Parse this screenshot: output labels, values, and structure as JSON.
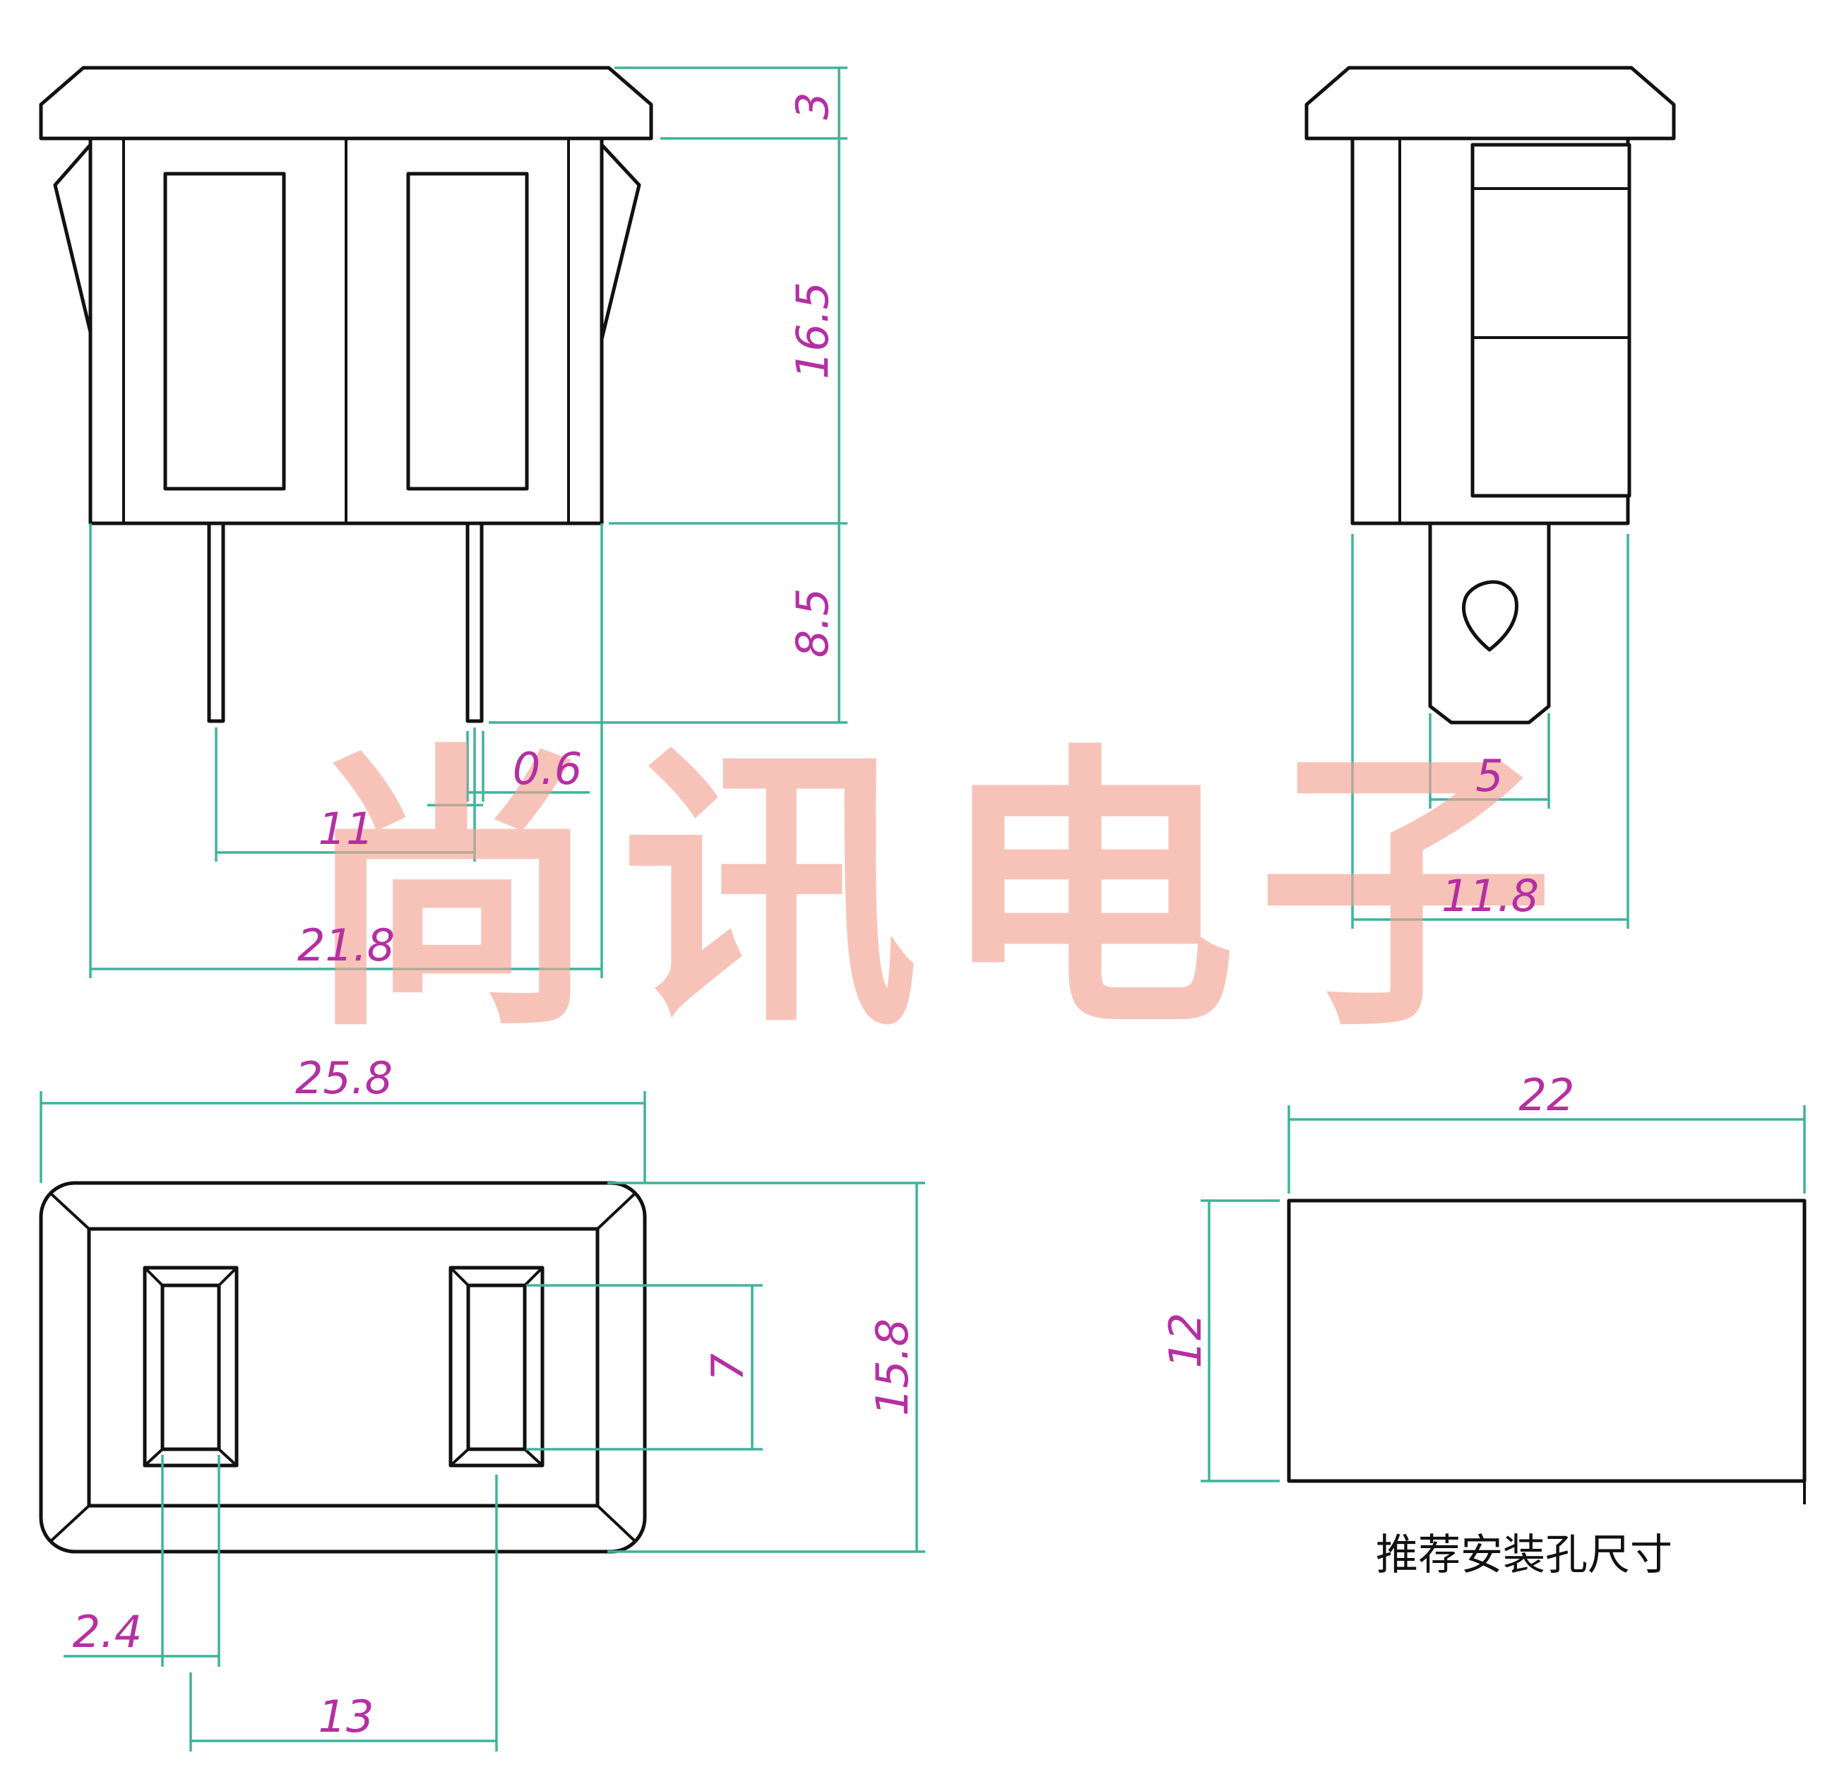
{
  "watermark": "尚讯电子",
  "caption": "推荐安装孔尺寸",
  "colors": {
    "outline": "#111111",
    "dimension_line": "#3fb39b",
    "dimension_text": "#b52fa2",
    "watermark": "#f3a394"
  },
  "front_view": {
    "dims": {
      "flange_thickness": "3",
      "body_height": "16.5",
      "pin_length": "8.5",
      "pin_thickness": "0.6",
      "pin_spacing": "11",
      "body_width": "21.8"
    }
  },
  "side_view": {
    "dims": {
      "terminal_width": "5",
      "body_depth": "11.8"
    }
  },
  "face_view": {
    "dims": {
      "overall_width": "25.8",
      "overall_height": "15.8",
      "slot_height": "7",
      "slot_width": "2.4",
      "slot_spacing": "13"
    }
  },
  "panel_cutout": {
    "dims": {
      "width": "22",
      "height": "12"
    }
  }
}
